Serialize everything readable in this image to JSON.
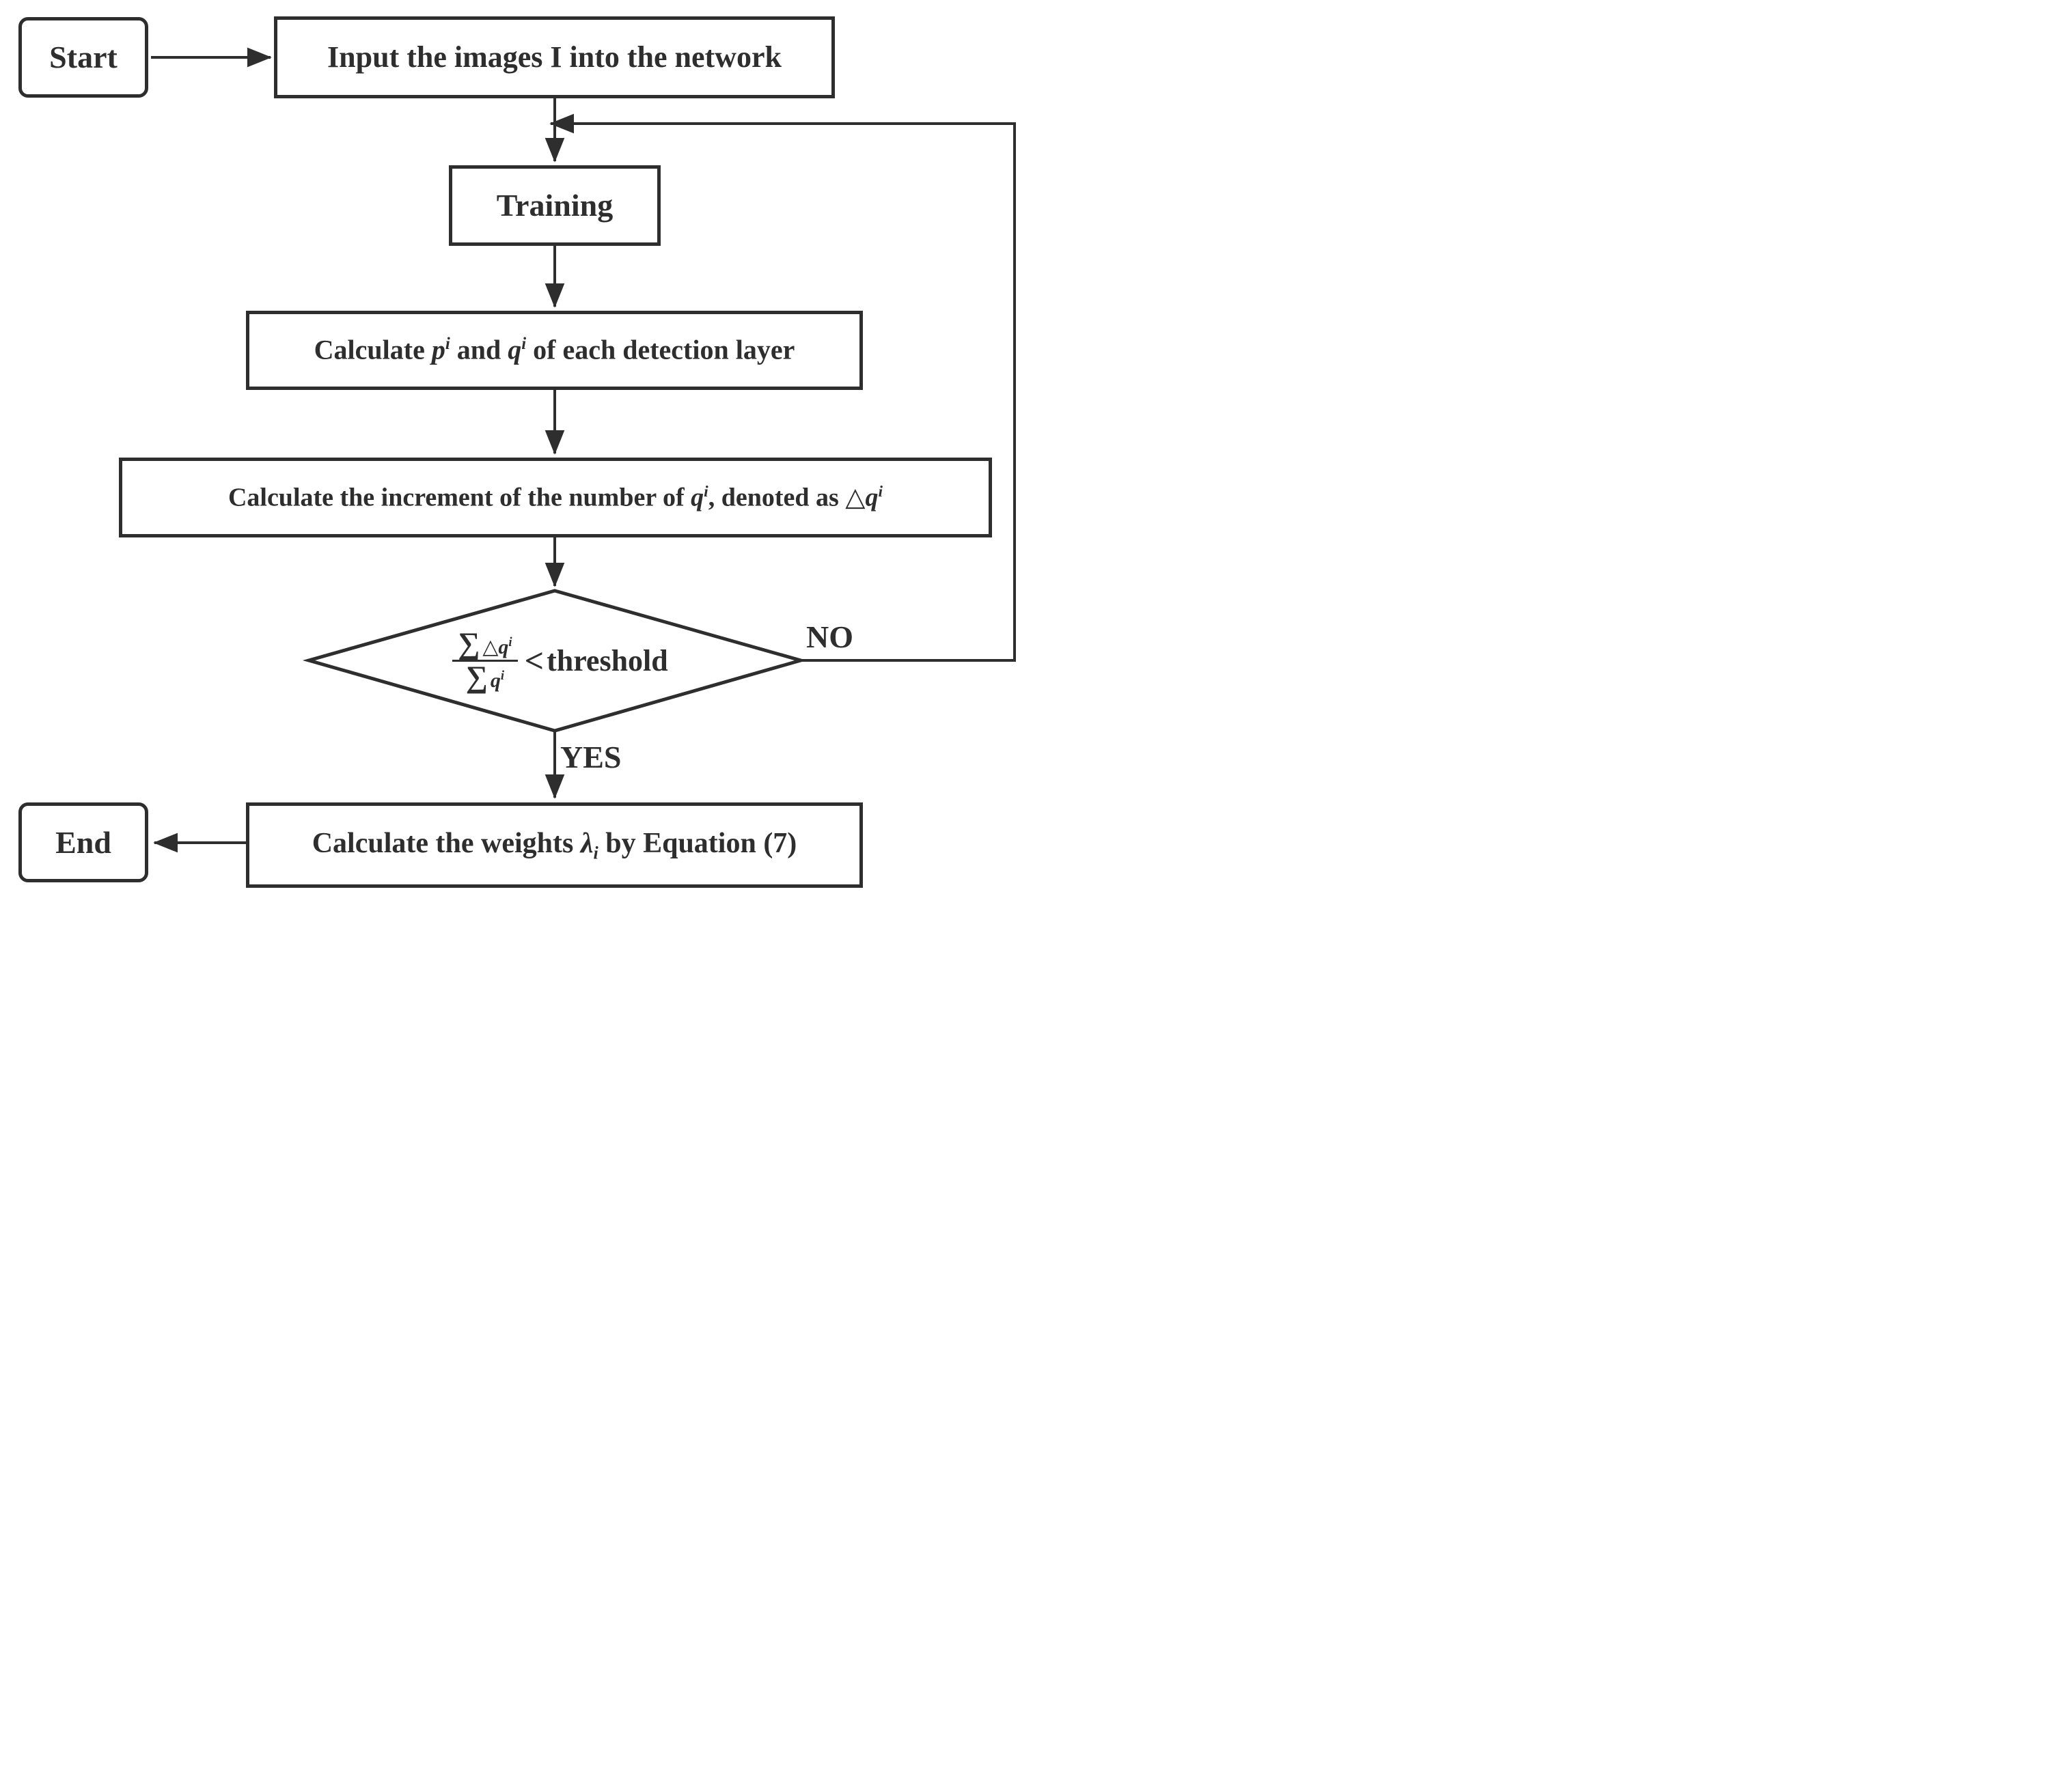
{
  "figure": {
    "background": "#ffffff",
    "ink": "#2e2e2e",
    "type": "flowchart"
  },
  "nodes": {
    "start": {
      "label": "Start"
    },
    "input": {
      "label": "Input the images I into the network"
    },
    "training": {
      "label": "Training"
    },
    "calc_pq": {
      "prefix": "Calculate ",
      "var1": "p",
      "sup1": "i",
      "mid": " and ",
      "var2": "q",
      "sup2": "i",
      "suffix": " of each detection layer"
    },
    "calc_increment": {
      "prefix": "Calculate the increment of the number of ",
      "var1": "q",
      "sup1": "i",
      "mid": ", denoted as ",
      "delta": "△",
      "var2": "q",
      "sup2": "i"
    },
    "decision": {
      "numerator_sigma": "∑",
      "numerator_delta": "△",
      "numerator_var": "q",
      "numerator_sup": "i",
      "denominator_sigma": "∑",
      "denominator_var": "q",
      "denominator_sup": "i",
      "operator": "<",
      "threshold": "threshold"
    },
    "calc_weights": {
      "prefix": "Calculate the weights ",
      "var": "λ",
      "sub": "i",
      "suffix": " by Equation (7)"
    },
    "end": {
      "label": "End"
    }
  },
  "edge_labels": {
    "yes": "YES",
    "no": "NO"
  }
}
